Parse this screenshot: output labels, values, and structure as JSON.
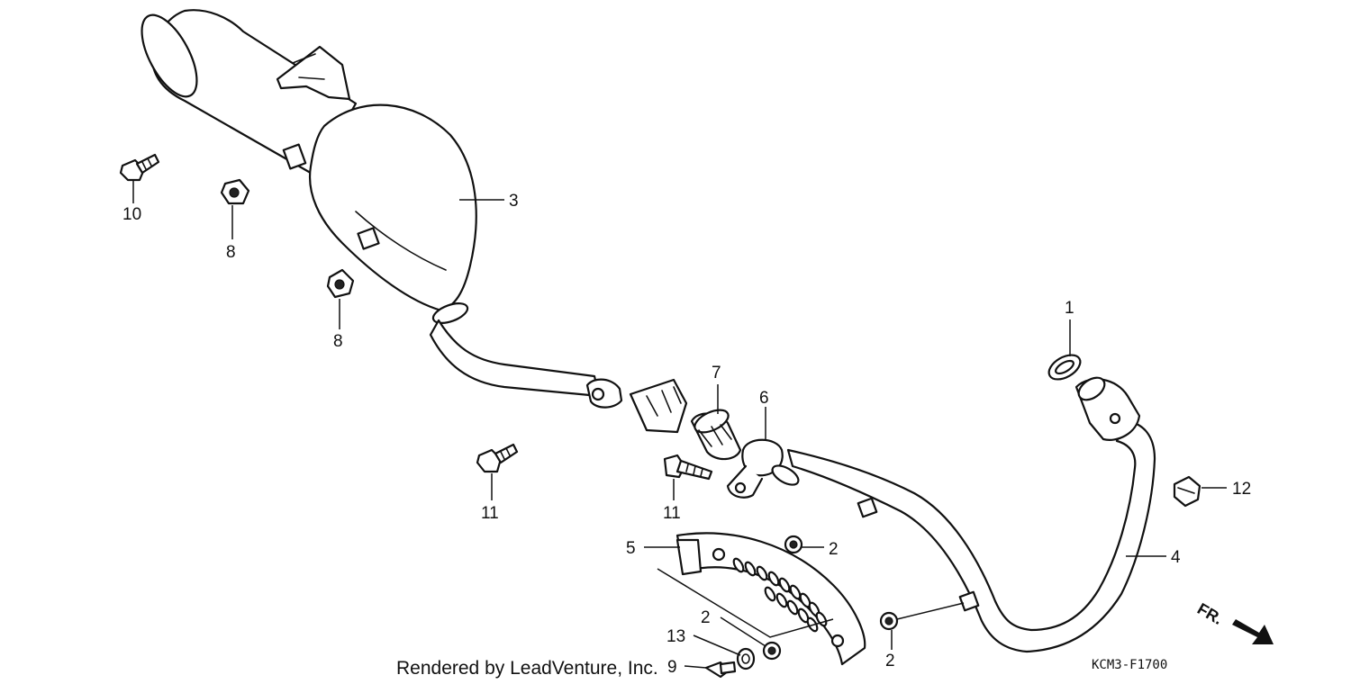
{
  "callouts": {
    "c1": "1",
    "c2a": "2",
    "c2b": "2",
    "c2c": "2",
    "c3": "3",
    "c4": "4",
    "c5": "5",
    "c6": "6",
    "c7": "7",
    "c8a": "8",
    "c8b": "8",
    "c9": "9",
    "c10": "10",
    "c11a": "11",
    "c11b": "11",
    "c12": "12",
    "c13": "13"
  },
  "credit": "Rendered by LeadVenture, Inc.",
  "diagram_code": "KCM3-F1700",
  "front_indicator": "FR."
}
